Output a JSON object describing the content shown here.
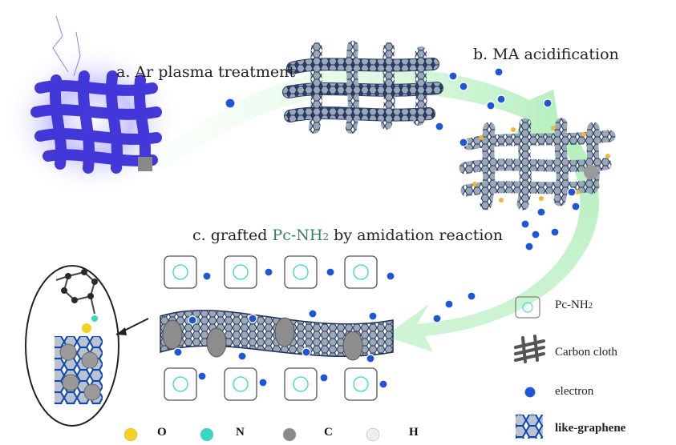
{
  "steps": {
    "a": "a. Ar plasma treatment",
    "b": "b. MA acidification",
    "c_prefix": "c. grafted ",
    "c_pc": "Pc-NH",
    "c_sub": "2",
    "c_suffix": " by amidation reaction"
  },
  "legend": {
    "pc": "Pc-NH",
    "pc_sub": "2",
    "carbon_cloth": "Carbon cloth",
    "electron": "electron",
    "graphene": "like-graphene"
  },
  "atoms": [
    {
      "symbol": "O",
      "color": "#f4d21e"
    },
    {
      "symbol": "N",
      "color": "#35d9c6"
    },
    {
      "symbol": "C",
      "color": "#8a8a8a"
    },
    {
      "symbol": "H",
      "color": "#eeeeee"
    }
  ],
  "colors": {
    "arrow": "#bff0c4",
    "electron": "#1f56d6",
    "plasma": "#5a4ee6",
    "cloth": "#3d5a80"
  }
}
